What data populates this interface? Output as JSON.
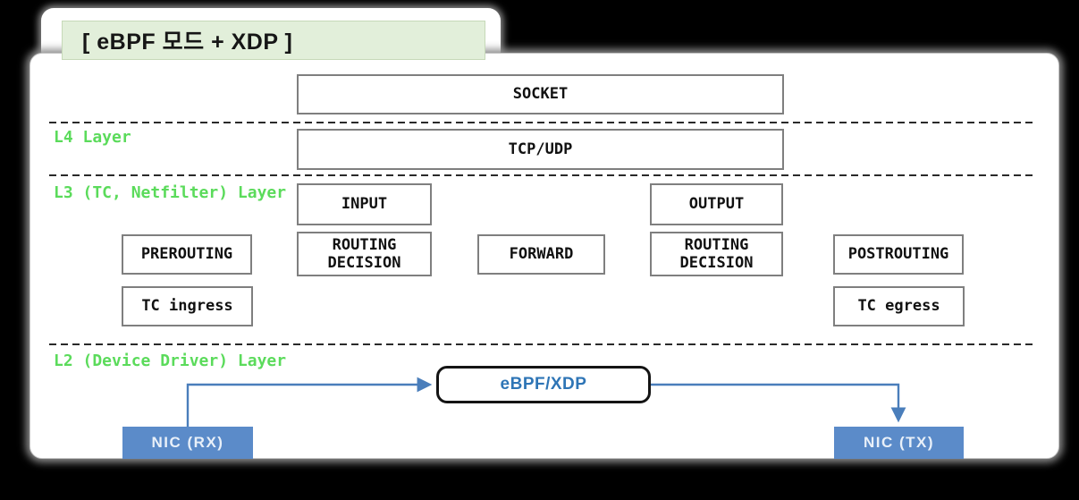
{
  "title": {
    "text": "[ eBPF 모드 + XDP ]"
  },
  "layer_labels": {
    "l4": "L4 Layer",
    "l3": "L3 (TC, Netfilter) Layer",
    "l2": "L2 (Device Driver) Layer"
  },
  "boxes": {
    "socket": "SOCKET",
    "tcp_udp": "TCP/UDP",
    "input": "INPUT",
    "output": "OUTPUT",
    "prerouting": "PREROUTING",
    "routing_decision_left": "ROUTING DECISION",
    "forward": "FORWARD",
    "routing_decision_right": "ROUTING DECISION",
    "postrouting": "POSTROUTING",
    "tc_ingress": "TC ingress",
    "tc_egress": "TC egress"
  },
  "l2_nodes": {
    "ebpf_xdp": "eBPF/XDP",
    "nic_rx": "NIC (RX)",
    "nic_tx": "NIC (TX)"
  },
  "flow": {
    "arrows": [
      {
        "from": "NIC (RX)",
        "to": "eBPF/XDP"
      },
      {
        "from": "eBPF/XDP",
        "to": "NIC (TX)"
      }
    ]
  },
  "colors": {
    "background": "#000000",
    "panel": "#ffffff",
    "title_bg": "#e2efda",
    "layer_label_green": "#5bdb5b",
    "box_border_gray": "#7f7f7f",
    "nic_fill_blue": "#5b8bc9",
    "nic_text": "#e9f0f9",
    "arrow_blue": "#4a7ebb",
    "ebpf_text_blue": "#2e75b6",
    "dashed_divider": "#2a2a2a"
  }
}
